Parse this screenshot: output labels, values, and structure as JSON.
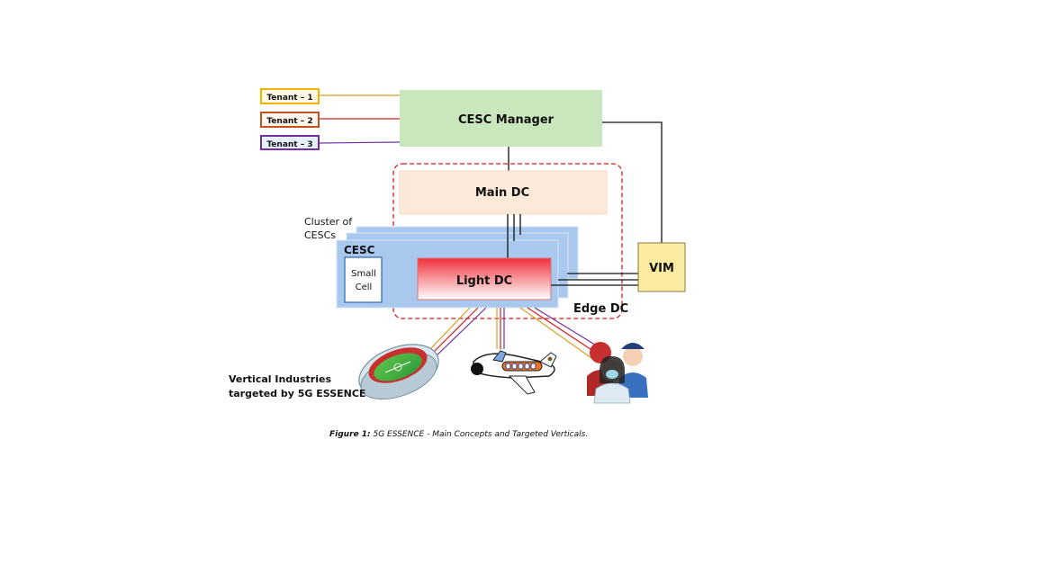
{
  "tenants": [
    {
      "label": "Tenant – 1",
      "color": "#F0B400",
      "fill": "#FFF9E6"
    },
    {
      "label": "Tenant – 2",
      "color": "#C8501E",
      "fill": "#FFF6F0"
    },
    {
      "label": "Tenant – 3",
      "color": "#7030A0",
      "fill": "#E6F0FF"
    }
  ],
  "cesc_manager": {
    "label": "CESC Manager",
    "fill": "#C9E6BD"
  },
  "main_dc": {
    "label": "Main DC",
    "fill": "#FDE9DA"
  },
  "cluster": {
    "label_line1": "Cluster of",
    "label_line2": "CESCs",
    "fill": "#A9C8EE"
  },
  "cesc": {
    "label": "CESC"
  },
  "small_cell": {
    "label_line1": "Small",
    "label_line2": "Cell"
  },
  "light_dc": {
    "label": "Light DC",
    "color_top": "#F0303A",
    "color_bottom": "#FFFFFF"
  },
  "edge_dc": {
    "label": "Edge DC",
    "border_color": "#D02020"
  },
  "vim": {
    "label": "VIM",
    "fill": "#FBEBA0"
  },
  "verticals": {
    "label_line1": "Vertical Industries",
    "label_line2": "targeted by 5G ESSENCE",
    "items": [
      "stadium",
      "airplane",
      "emergency-services"
    ]
  },
  "link_colors": [
    "#D4A020",
    "#D02020",
    "#7030A0"
  ],
  "caption": {
    "prefix": "Figure 1:",
    "text": " 5G ESSENCE - Main Concepts and Targeted Verticals."
  }
}
